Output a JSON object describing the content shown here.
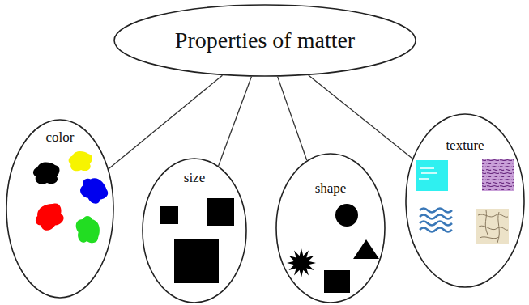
{
  "diagram": {
    "nodes": [
      {
        "text": [
          "Properties of matter"
        ]
      },
      {
        "text": [
          "color"
        ]
      },
      {
        "text": [
          "size"
        ]
      },
      {
        "text": [
          "shape"
        ]
      },
      {
        "text": [
          "texture"
        ]
      }
    ],
    "edges": [
      {
        "from": 0,
        "to": 1,
        "arrow": "none"
      },
      {
        "from": 0,
        "to": 2,
        "arrow": "none"
      },
      {
        "from": 0,
        "to": 3,
        "arrow": "none"
      },
      {
        "from": 0,
        "to": 4,
        "arrow": "none"
      }
    ]
  }
}
